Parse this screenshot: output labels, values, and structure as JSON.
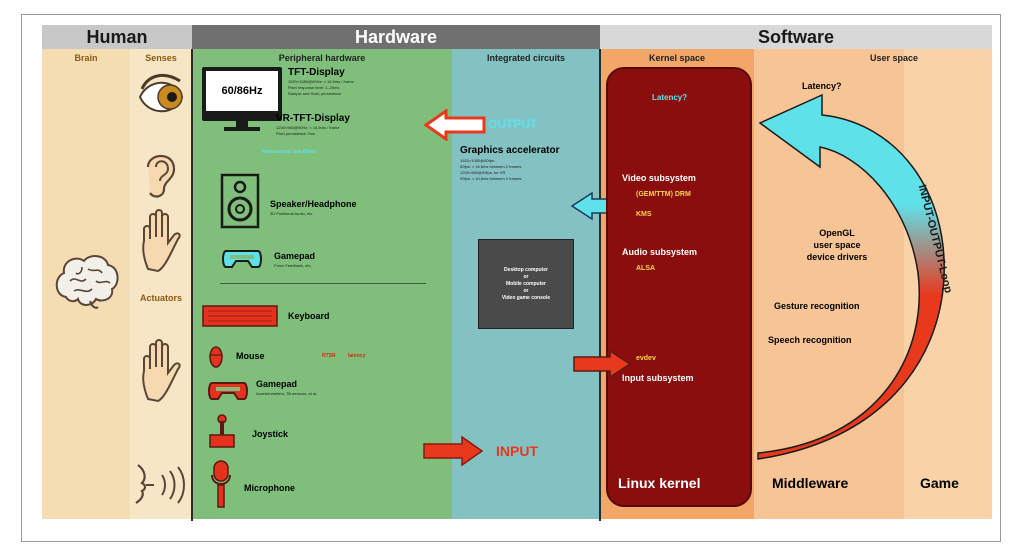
{
  "colors": {
    "human_header": "#c8c8c8",
    "hardware_header": "#707070",
    "software_header": "#d8d8d8",
    "brain_col": "#f4ddb3",
    "senses_col": "#f7e6c6",
    "peripheral_col": "#7fbf7b",
    "integrated_col": "#84c1c3",
    "kernel_col": "#f2a769",
    "kernel_box": "#8b0e0e",
    "user_col": "#f7c495",
    "game_col": "#f9d2a8",
    "cyan_arrow": "#5fe1ea",
    "red_arrow": "#e8391d",
    "yellow_text": "#f5d64a"
  },
  "headers": {
    "human": "Human",
    "hardware": "Hardware",
    "software": "Software"
  },
  "subheaders": {
    "brain": "Brain",
    "senses": "Senses",
    "actuators": "Actuators",
    "peripheral": "Peripheral hardware",
    "integrated": "Integrated circuits",
    "kernel": "Kernel space",
    "user": "User space"
  },
  "peripheral": {
    "display_rate": "60/86Hz",
    "tft_title": "TFT-Display",
    "tft_lines": [
      "1920×1080@60Hz: ≈ 16,6ms / frame",
      "Pixel response time: 1–20ms",
      "Sample and Hold, persistence"
    ],
    "vr_title": "VR-TFT-Display",
    "vr_lines": [
      "1200×960@90Hz: ≈ 10,6ms / frame",
      "Pixel persistence 2ms"
    ],
    "cyan_note": "Persistence: low      60ms",
    "speaker_title": "Speaker/Headphone",
    "speaker_lines": [
      "3D Positional Audio, etc."
    ],
    "gamepad_out_title": "Gamepad",
    "gamepad_out_lines": [
      "Force Feedback, etc."
    ],
    "keyboard": "Keyboard",
    "mouse": "Mouse",
    "mouse_note_red": "RTSR",
    "mouse_note_red2": "latency",
    "gamepad_in_title": "Gamepad",
    "gamepad_in_lines": [
      "Accelerometers, Tilt sensors, et al."
    ],
    "joystick": "Joystick",
    "microphone": "Microphone"
  },
  "integrated": {
    "output_label": "OUTPUT",
    "input_label": "INPUT",
    "gpu_title": "Graphics accelerator",
    "gpu_lines": [
      "1920×1080@60fps:",
      "60fps: ≈ 16,6ms between 2 frames",
      "1200×960@90fps: for VR",
      "90fps: ≈ 10,6ms between 2 frames"
    ],
    "box_lines": [
      "Desktop computer",
      "or",
      "Mobile computer",
      "or",
      "Video game console"
    ]
  },
  "kernel": {
    "latency": "Latency?",
    "video": "Video subsystem",
    "drm": "(GEM/TTM) DRM",
    "kms": "KMS",
    "audio": "Audio subsystem",
    "alsa": "ALSA",
    "evdev": "evdev",
    "input": "Input subsystem",
    "linux": "Linux kernel"
  },
  "user": {
    "latency": "Latency?",
    "drivers": [
      "OpenGL",
      "user space",
      "device drivers"
    ],
    "gesture": "Gesture recognition",
    "speech": "Speech recognition",
    "loop": "INPUT-OUTPUT-Loop",
    "middleware": "Middleware",
    "game": "Game"
  }
}
